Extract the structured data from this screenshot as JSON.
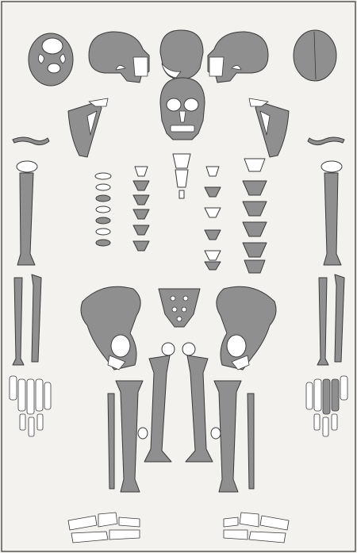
{
  "figure": {
    "kind": "skeletal inventory chart",
    "legend": {},
    "colors": {
      "background": "#f4f2ee",
      "border": "#555555",
      "bone_present": "#8f8f8f",
      "bone_absent": "#ffffff",
      "outline": "#3a3a3a"
    },
    "regions": {
      "cranium_views": 5,
      "facial_view": 1,
      "scapulae": 2,
      "clavicles": 2,
      "cervical_vertebrae": 7,
      "thoracic_vertebrae": 12,
      "lumbar_vertebrae": 5,
      "sacrum": 1,
      "os_coxae": 2,
      "humeri": 2,
      "radii": 2,
      "ulnae": 2,
      "hands": 2,
      "femora": 2,
      "tibiae": 2,
      "fibulae": 2,
      "patellae": 2,
      "feet": 2
    }
  }
}
